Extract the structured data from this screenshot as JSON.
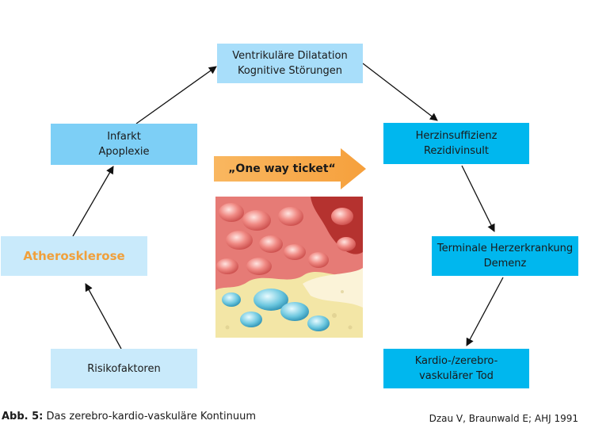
{
  "nodes": {
    "ventrikulaere": {
      "line1": "Ventrikuläre Dilatation",
      "line2": "Kognitive Störungen"
    },
    "infarkt": {
      "line1": "Infarkt",
      "line2": "Apoplexie"
    },
    "herzinsuffizienz": {
      "line1": "Herzinsuffizienz",
      "line2": "Rezidivinsult"
    },
    "atherosklerose": {
      "line1": "Atherosklerose"
    },
    "terminale": {
      "line1": "Terminale Herzerkrankung",
      "line2": "Demenz"
    },
    "risikofaktoren": {
      "line1": "Risikofaktoren"
    },
    "tod": {
      "line1": "Kardio-/zerebro-",
      "line2": "vaskulärer Tod"
    }
  },
  "one_way_label": "„One way ticket“",
  "caption": {
    "label": "Abb. 5:",
    "text": " Das zerebro-kardio-vaskuläre Kontinuum"
  },
  "source": "Dzau V, Braunwald E; AHJ 1991",
  "colors": {
    "box_light": "#a8defa",
    "box_mid": "#7dcff6",
    "box_cyan": "#00b7ee",
    "box_pale": "#c9eafb",
    "highlight_text": "#f0a03c",
    "arrow_fill": "#f6a03c"
  }
}
